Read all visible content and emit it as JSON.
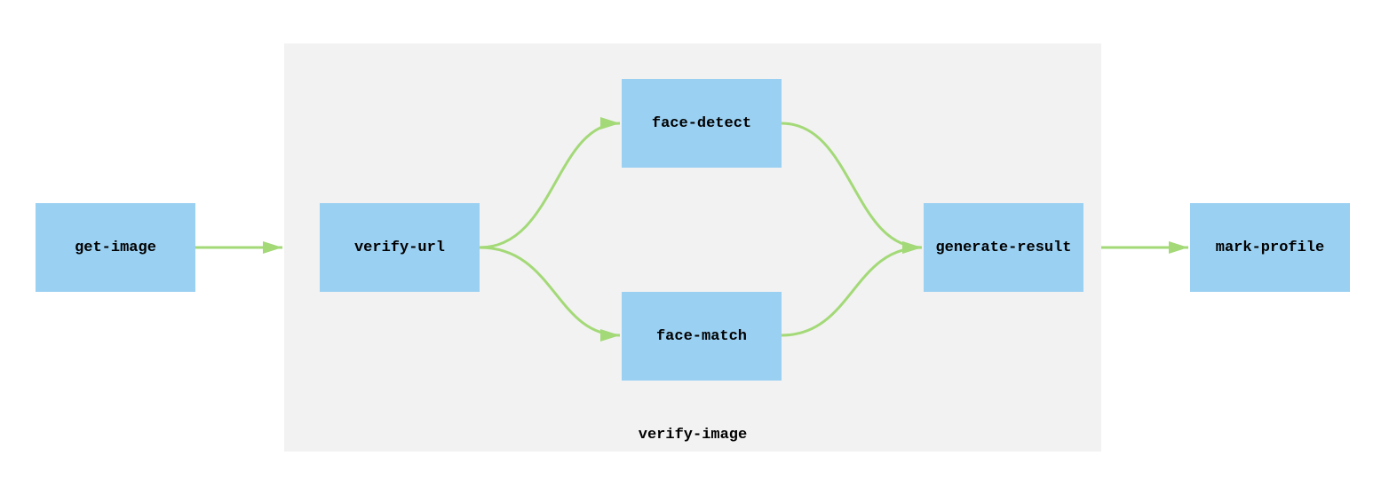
{
  "diagram": {
    "group": {
      "label": "verify-image"
    },
    "nodes": {
      "get_image": "get-image",
      "verify_url": "verify-url",
      "face_detect": "face-detect",
      "face_match": "face-match",
      "generate_result": "generate-result",
      "mark_profile": "mark-profile"
    },
    "edges": [
      {
        "from": "get-image",
        "to": "verify-image"
      },
      {
        "from": "verify-url",
        "to": "face-detect"
      },
      {
        "from": "verify-url",
        "to": "face-match"
      },
      {
        "from": "face-detect",
        "to": "generate-result"
      },
      {
        "from": "face-match",
        "to": "generate-result"
      },
      {
        "from": "verify-image",
        "to": "mark-profile"
      }
    ]
  },
  "colors": {
    "node_fill": "#9ad0f2",
    "group_fill": "#f2f2f2",
    "edge": "#a3d977",
    "text": "#000000"
  }
}
